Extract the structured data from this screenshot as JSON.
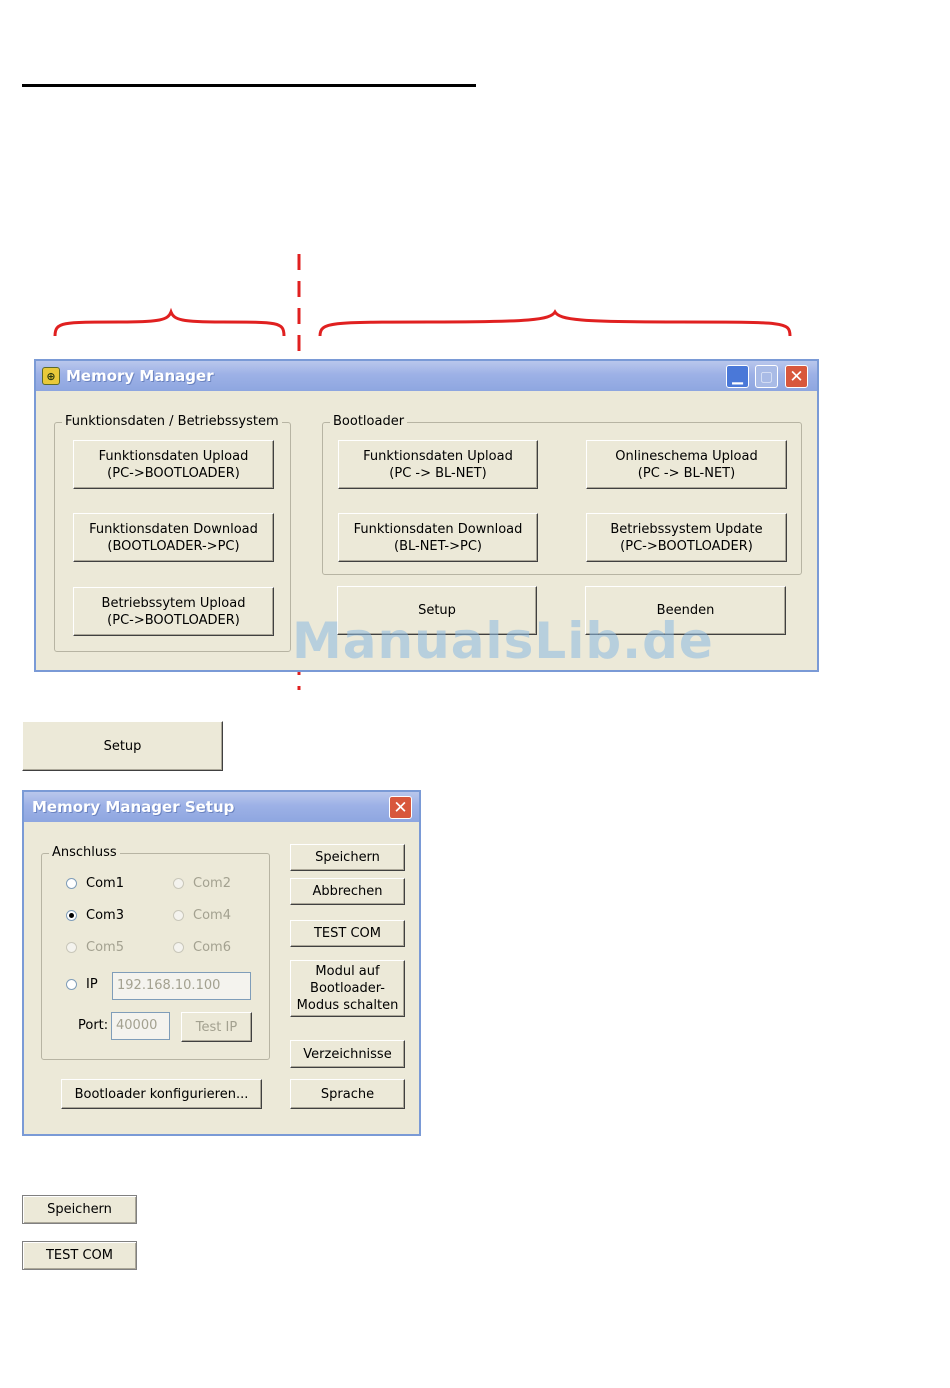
{
  "main_window": {
    "title": "Memory Manager",
    "left_group": {
      "legend": "Funktionsdaten / Betriebssystem",
      "buttons": [
        {
          "line1": "Funktionsdaten Upload",
          "line2": "(PC->BOOTLOADER)"
        },
        {
          "line1": "Funktionsdaten Download",
          "line2": "(BOOTLOADER->PC)"
        },
        {
          "line1": "Betriebssytem Upload",
          "line2": "(PC->BOOTLOADER)"
        }
      ]
    },
    "right_group": {
      "legend": "Bootloader",
      "buttons": [
        {
          "line1": "Funktionsdaten Upload",
          "line2": "(PC -> BL-NET)"
        },
        {
          "line1": "Onlineschema Upload",
          "line2": "(PC -> BL-NET)"
        },
        {
          "line1": "Funktionsdaten Download",
          "line2": "(BL-NET->PC)"
        },
        {
          "line1": "Betriebssystem Update",
          "line2": "(PC->BOOTLOADER)"
        }
      ]
    },
    "setup_label": "Setup",
    "beenden_label": "Beenden"
  },
  "standalone_setup_label": "Setup",
  "setup_dialog": {
    "title": "Memory Manager Setup",
    "anschluss_legend": "Anschluss",
    "radios": [
      {
        "label": "Com1",
        "checked": false,
        "enabled": true
      },
      {
        "label": "Com2",
        "checked": false,
        "enabled": false
      },
      {
        "label": "Com3",
        "checked": true,
        "enabled": true
      },
      {
        "label": "Com4",
        "checked": false,
        "enabled": false
      },
      {
        "label": "Com5",
        "checked": false,
        "enabled": false
      },
      {
        "label": "Com6",
        "checked": false,
        "enabled": false
      }
    ],
    "ip_label": "IP",
    "ip_value": "192.168.10.100",
    "port_label": "Port:",
    "port_value": "40000",
    "test_ip_label": "Test IP",
    "bootloader_konfig_label": "Bootloader konfigurieren...",
    "speichern_label": "Speichern",
    "abbrechen_label": "Abbrechen",
    "test_com_label": "TEST COM",
    "modul_lines": [
      "Modul auf",
      "Bootloader-",
      "Modus schalten"
    ],
    "verzeichnisse_label": "Verzeichnisse",
    "sprache_label": "Sprache"
  },
  "standalone_speichern_label": "Speichern",
  "standalone_test_com_label": "TEST COM",
  "watermark": "ManualsLib.de",
  "colors": {
    "annotation_red": "#e02020",
    "dialog_face": "#ece9d8",
    "titlebar_blue": "#9db1e6"
  }
}
